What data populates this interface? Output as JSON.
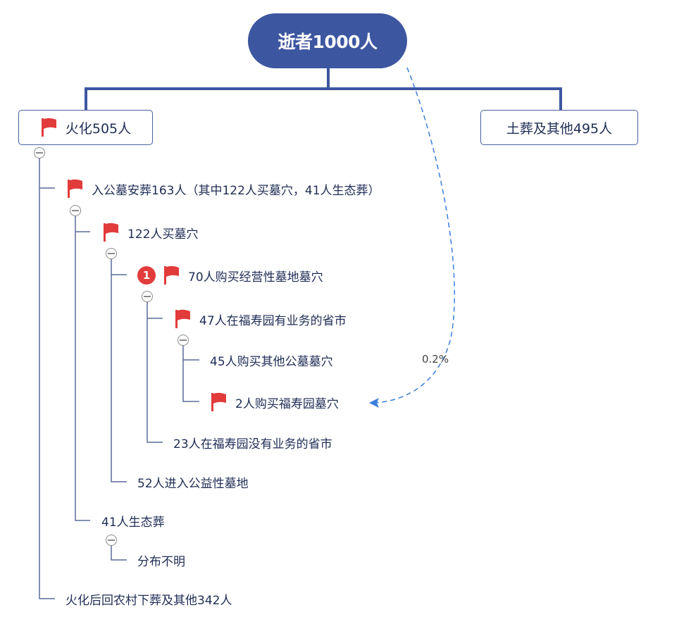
{
  "root": {
    "label": "逝者1000人"
  },
  "branches": {
    "left": {
      "label": "火化505人",
      "flagged": true
    },
    "right": {
      "label": "土葬及其他495人",
      "flagged": false
    }
  },
  "nodes": {
    "n1": {
      "label": "入公墓安葬163人（其中122人买墓穴，41人生态葬）",
      "flagged": true
    },
    "n2": {
      "label": "122人买墓穴",
      "flagged": true
    },
    "n3": {
      "label": "70人购买经营性墓地墓穴",
      "flagged": true,
      "badge": "1"
    },
    "n4": {
      "label": "47人在福寿园有业务的省市",
      "flagged": true
    },
    "n5": {
      "label": "45人购买其他公墓墓穴",
      "flagged": false
    },
    "n6": {
      "label": "2人购买福寿园墓穴",
      "flagged": true
    },
    "n7": {
      "label": "23人在福寿园没有业务的省市",
      "flagged": false
    },
    "n8": {
      "label": "52人进入公益性墓地",
      "flagged": false
    },
    "n9": {
      "label": "41人生态葬",
      "flagged": false
    },
    "n10": {
      "label": "分布不明",
      "flagged": false
    },
    "n11": {
      "label": "火化后回农村下葬及其他342人",
      "flagged": false
    }
  },
  "relationship": {
    "label": "0.2%",
    "from": "root",
    "to": "n6"
  },
  "colors": {
    "root_fill": "#3d56a0",
    "connector": "#3d56a0",
    "tree_line": "#5a6a9a",
    "flag": "#e23b3b",
    "badge": "#e23b3b",
    "relationship": "#3b7ddb"
  },
  "icons": {
    "flag": "flag-icon",
    "collapse": "collapse-minus-icon",
    "priority": "priority-1-icon"
  }
}
